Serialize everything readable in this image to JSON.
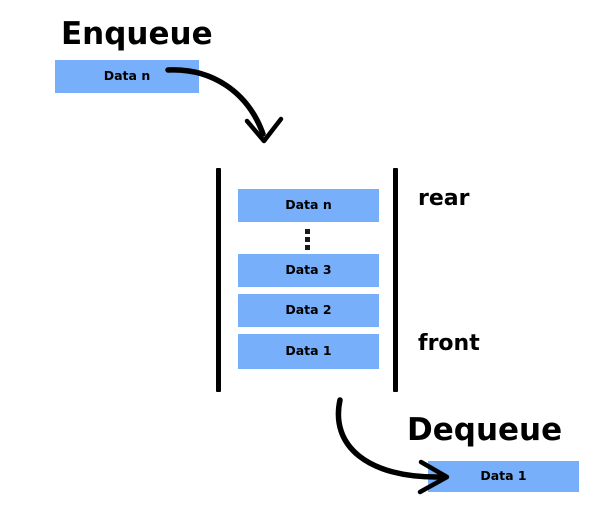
{
  "diagram": {
    "title_enqueue": "Enqueue",
    "title_dequeue": "Dequeue",
    "colors": {
      "box_fill": "#78AFFA",
      "stroke": "#000000",
      "background": "#FFFFFF"
    }
  },
  "enqueue": {
    "label": "Enqueue",
    "box_label": "Data n",
    "arrow_name": "enqueue-arrow"
  },
  "queue": {
    "rail_left_name": "queue-rail-left",
    "rail_right_name": "queue-rail-right",
    "ellipsis": "⋮",
    "slots": [
      {
        "label": "Data n"
      },
      {
        "label": "Data 3"
      },
      {
        "label": "Data 2"
      },
      {
        "label": "Data 1"
      }
    ],
    "pointers": {
      "rear": "rear",
      "front": "front"
    }
  },
  "dequeue": {
    "label": "Dequeue",
    "box_label": "Data 1",
    "arrow_name": "dequeue-arrow"
  }
}
